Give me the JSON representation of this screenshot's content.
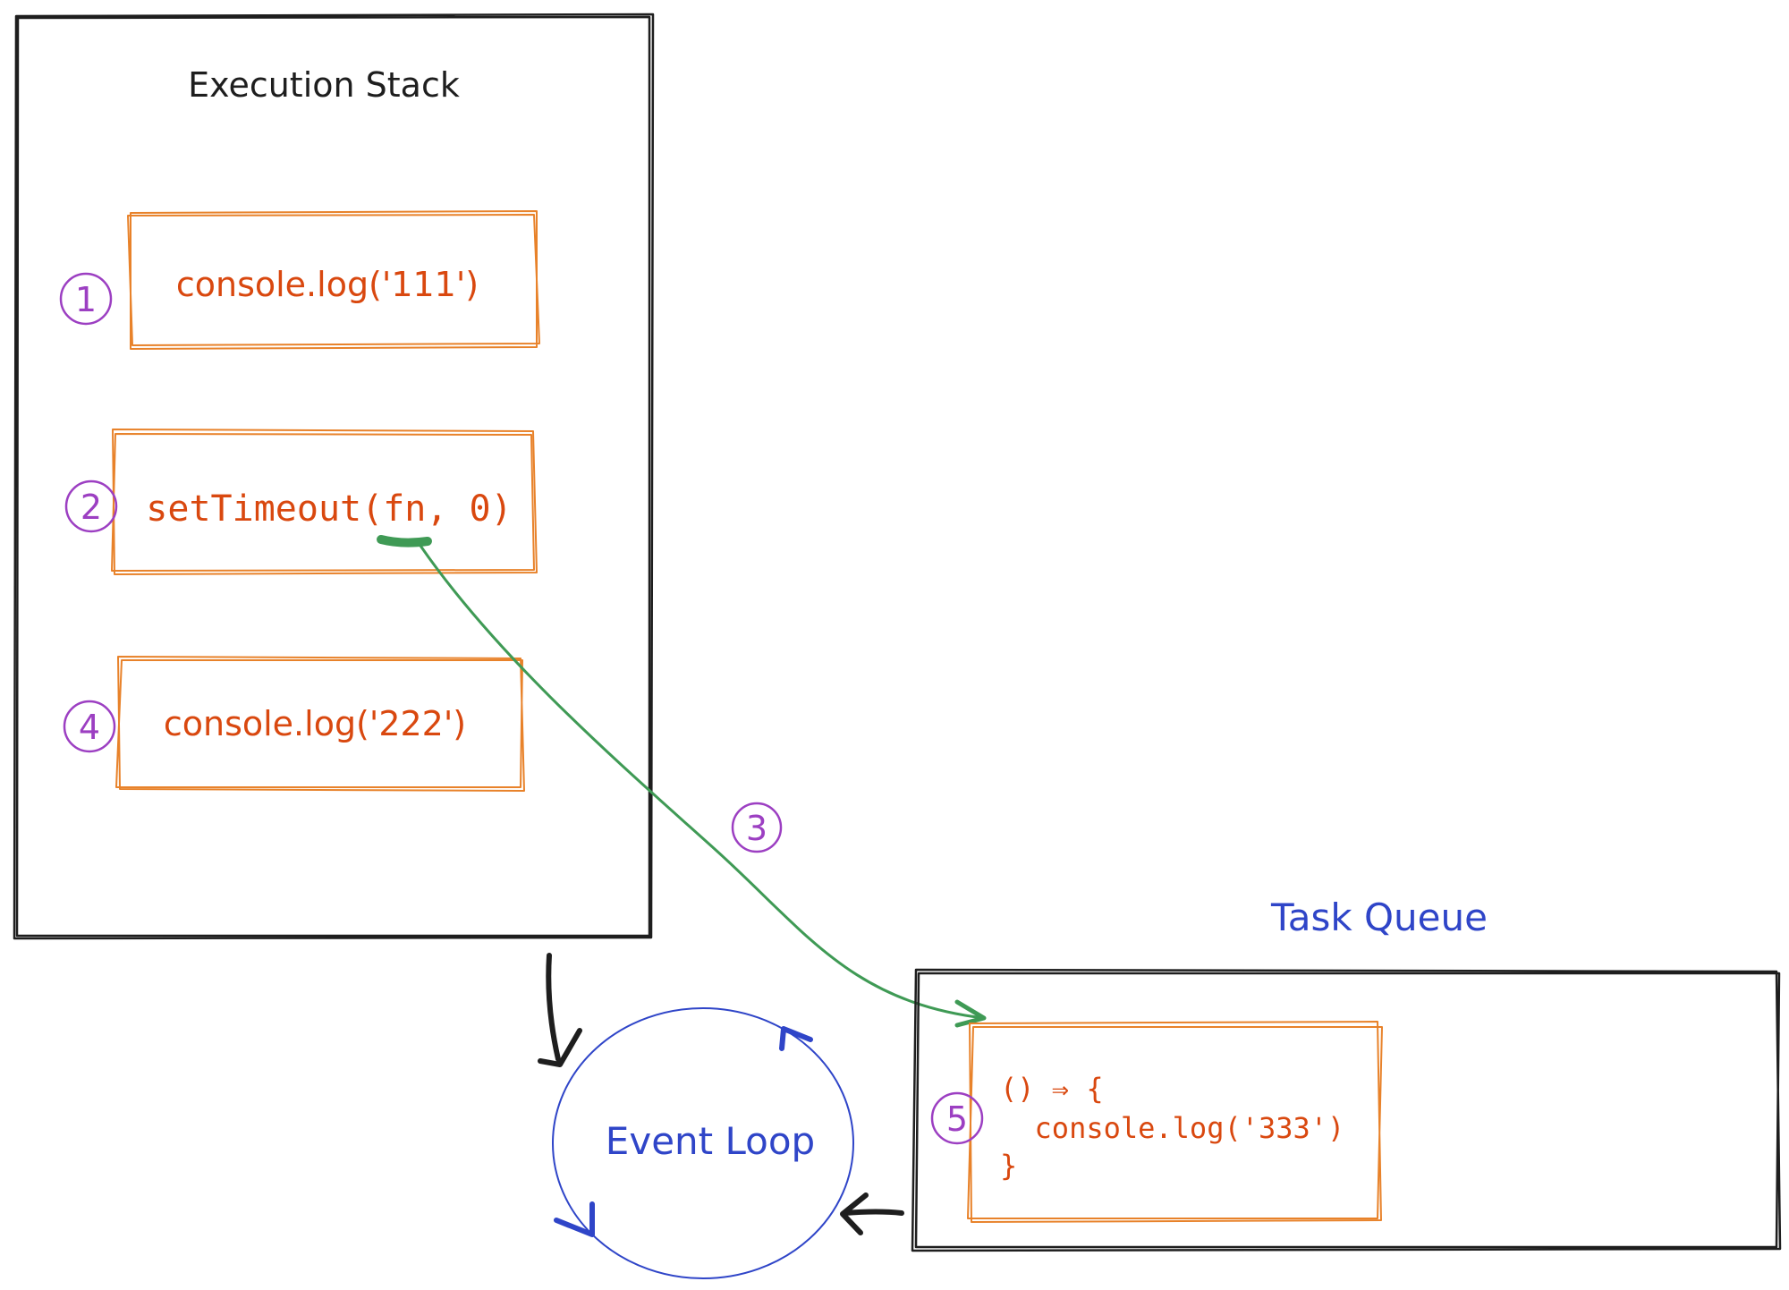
{
  "execution_stack": {
    "title": "Execution Stack",
    "frames": [
      {
        "step": "1",
        "code": "console.log('111')"
      },
      {
        "step": "2",
        "code": "setTimeout(fn, 0)"
      },
      {
        "step": "4",
        "code": "console.log('222')"
      }
    ]
  },
  "web_api_step": "3",
  "task_queue": {
    "title": "Task Queue",
    "task": {
      "step": "5",
      "lines": [
        "() ⇒ {",
        "  console.log('333')",
        "}"
      ]
    }
  },
  "event_loop": {
    "label": "Event Loop"
  },
  "colors": {
    "stack_border": "#1e1e1e",
    "frame_border": "#e8822a",
    "code_text": "#d9480f",
    "step_marker": "#9c3fc2",
    "callback_arrow": "#3f9a55",
    "event_loop": "#2f45c8",
    "flow_arrow": "#1e1e1e"
  }
}
